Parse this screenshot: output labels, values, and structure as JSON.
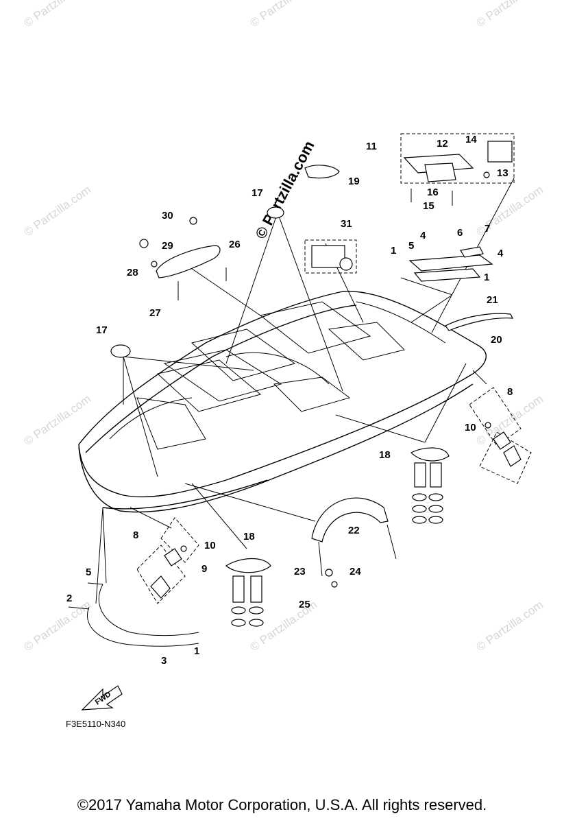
{
  "diagram": {
    "figure_code": "F3E5110-N340",
    "direction_label": "FWD",
    "copyright": "©2017  Yamaha Motor Corporation, U.S.A. All rights reserved.",
    "watermark": "© Partzilla.com",
    "callouts": {
      "c1": "1",
      "c1b": "1",
      "c1c": "1",
      "c2": "2",
      "c3": "3",
      "c4a": "4",
      "c4b": "4",
      "c5a": "5",
      "c5b": "5",
      "c6": "6",
      "c7": "7",
      "c8a": "8",
      "c8b": "8",
      "c9": "9",
      "c10a": "10",
      "c10b": "10",
      "c11": "11",
      "c12": "12",
      "c13": "13",
      "c14": "14",
      "c15": "15",
      "c16": "16",
      "c17a": "17",
      "c17b": "17",
      "c18a": "18",
      "c18b": "18",
      "c19": "19",
      "c20": "20",
      "c21": "21",
      "c22": "22",
      "c23": "23",
      "c24": "24",
      "c25": "25",
      "c26": "26",
      "c27": "27",
      "c28": "28",
      "c29": "29",
      "c30": "30",
      "c31": "31"
    }
  }
}
